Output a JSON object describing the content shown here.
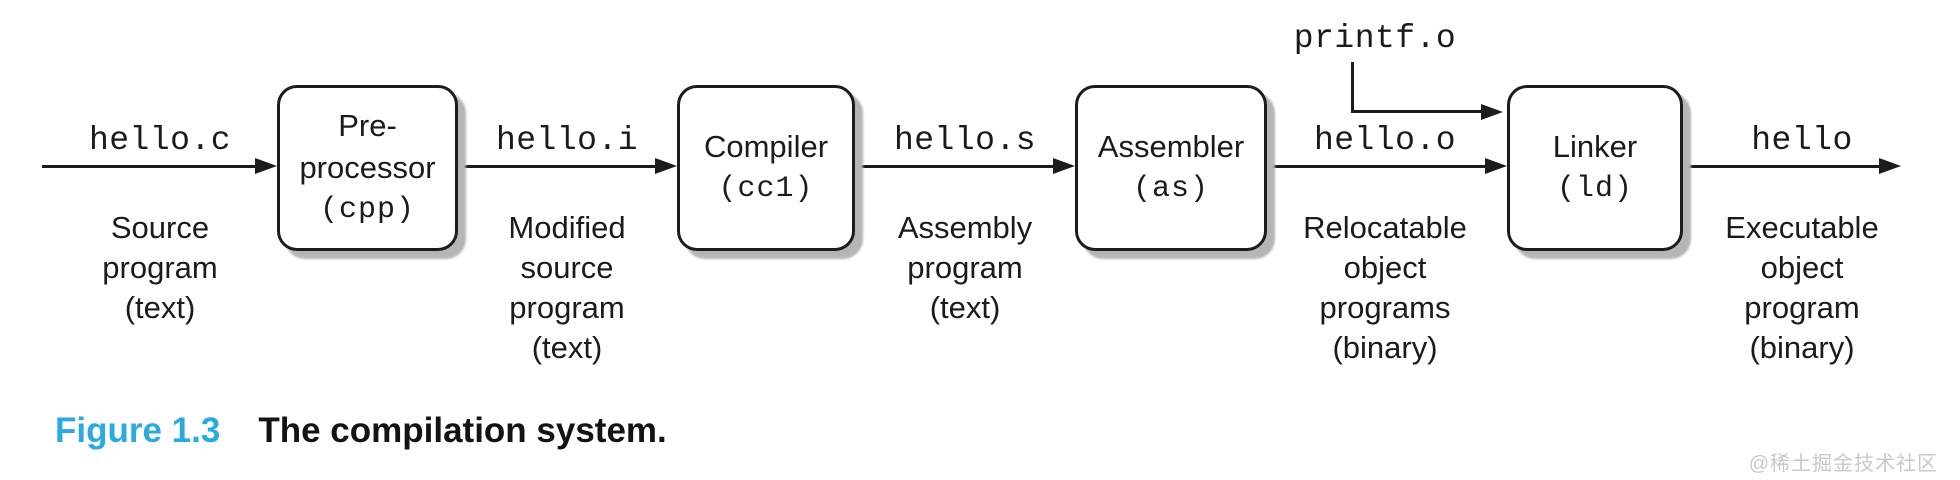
{
  "figure": {
    "label": "Figure 1.3",
    "title": "The compilation system.",
    "accent_color": "#29abe2"
  },
  "watermark": "@稀土掘金技术社区",
  "diagram": {
    "source_input": {
      "file": "hello.c",
      "desc": "Source\nprogram\n(text)"
    },
    "library_input": {
      "file": "printf.o"
    },
    "nodes": [
      {
        "name": "Pre-\nprocessor",
        "tool": "(cpp)"
      },
      {
        "name": "Compiler",
        "tool": "(cc1)"
      },
      {
        "name": "Assembler",
        "tool": "(as)"
      },
      {
        "name": "Linker",
        "tool": "(ld)"
      }
    ],
    "outputs": [
      {
        "file": "hello.i",
        "desc": "Modified\nsource\nprogram\n(text)"
      },
      {
        "file": "hello.s",
        "desc": "Assembly\nprogram\n(text)"
      },
      {
        "file": "hello.o",
        "desc": "Relocatable\nobject\nprograms\n(binary)"
      },
      {
        "file": "hello",
        "desc": "Executable\nobject\nprogram\n(binary)"
      }
    ]
  }
}
